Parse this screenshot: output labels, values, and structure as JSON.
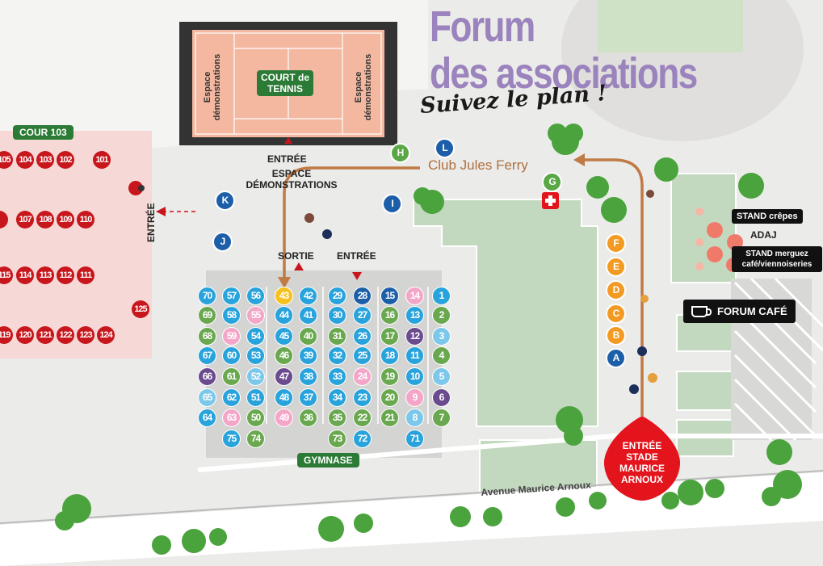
{
  "title": {
    "line1": "Forum",
    "line2": "des associations",
    "subtitle": "Suivez le plan !"
  },
  "tennis": {
    "label": "COURT de TENNIS",
    "demo_left": "Espace démonstrations",
    "demo_right": "Espace démonstrations"
  },
  "labels": {
    "cour103": "COUR 103",
    "entree_main": "ENTRÉE",
    "espace_demo": "ESPACE DÉMONSTRATIONS",
    "entree_left": "ENTRÉE",
    "sortie": "SORTIE",
    "entree_gym": "ENTRÉE",
    "gymnase": "GYMNASE",
    "club": "Club Jules Ferry",
    "stand_crepes": "STAND crêpes",
    "adaj": "ADAJ",
    "stand_merguez": "STAND merguez café/viennoiseries",
    "forum_cafe": "FORUM CAFÉ",
    "entree_stade": "ENTRÉE STADE MAURICE ARNOUX",
    "avenue": "Avenue Maurice Arnoux"
  },
  "letters": [
    {
      "t": "H",
      "c": "#5aa745"
    },
    {
      "t": "L",
      "c": "#1c5fa8"
    },
    {
      "t": "G",
      "c": "#5aa745"
    },
    {
      "t": "K",
      "c": "#1c5fa8"
    },
    {
      "t": "I",
      "c": "#1c5fa8"
    },
    {
      "t": "J",
      "c": "#1c5fa8"
    },
    {
      "t": "F",
      "c": "#f39a23"
    },
    {
      "t": "E",
      "c": "#f39a23"
    },
    {
      "t": "D",
      "c": "#f39a23"
    },
    {
      "t": "C",
      "c": "#f39a23"
    },
    {
      "t": "B",
      "c": "#f39a23"
    },
    {
      "t": "A",
      "c": "#1c5fa8"
    }
  ],
  "cour_rows": [
    [
      "105",
      "104",
      "103",
      "102",
      "101"
    ],
    [
      "107",
      "108",
      "109",
      "110"
    ],
    [
      "115",
      "114",
      "113",
      "112",
      "111"
    ],
    [
      "125"
    ],
    [
      "119",
      "120",
      "121",
      "122",
      "123",
      "124"
    ]
  ],
  "gym_grid": [
    [
      [
        "70",
        "#29a3dc"
      ],
      [
        "57",
        "#29a3dc"
      ],
      [
        "56",
        "#29a3dc"
      ],
      [
        "43",
        "#f6c11f"
      ],
      [
        "42",
        "#29a3dc"
      ],
      [
        "29",
        "#29a3dc"
      ],
      [
        "28",
        "#1c5fa8"
      ],
      [
        "15",
        "#1c5fa8"
      ],
      [
        "14",
        "#f4a6c8"
      ],
      [
        "1",
        "#29a3dc"
      ]
    ],
    [
      [
        "69",
        "#6aa84f"
      ],
      [
        "58",
        "#29a3dc"
      ],
      [
        "55",
        "#f4a6c8"
      ],
      [
        "44",
        "#29a3dc"
      ],
      [
        "41",
        "#29a3dc"
      ],
      [
        "30",
        "#29a3dc"
      ],
      [
        "27",
        "#29a3dc"
      ],
      [
        "16",
        "#6aa84f"
      ],
      [
        "13",
        "#29a3dc"
      ],
      [
        "2",
        "#6aa84f"
      ]
    ],
    [
      [
        "68",
        "#6aa84f"
      ],
      [
        "59",
        "#f4a6c8"
      ],
      [
        "54",
        "#29a3dc"
      ],
      [
        "45",
        "#29a3dc"
      ],
      [
        "40",
        "#6aa84f"
      ],
      [
        "31",
        "#6aa84f"
      ],
      [
        "26",
        "#29a3dc"
      ],
      [
        "17",
        "#6aa84f"
      ],
      [
        "12",
        "#6b4a8e"
      ],
      [
        "3",
        "#7cc8ea"
      ]
    ],
    [
      [
        "67",
        "#29a3dc"
      ],
      [
        "60",
        "#29a3dc"
      ],
      [
        "53",
        "#29a3dc"
      ],
      [
        "46",
        "#6aa84f"
      ],
      [
        "39",
        "#29a3dc"
      ],
      [
        "32",
        "#29a3dc"
      ],
      [
        "25",
        "#29a3dc"
      ],
      [
        "18",
        "#29a3dc"
      ],
      [
        "11",
        "#29a3dc"
      ],
      [
        "4",
        "#6aa84f"
      ]
    ],
    [
      [
        "66",
        "#6b4a8e"
      ],
      [
        "61",
        "#6aa84f"
      ],
      [
        "52",
        "#7cc8ea"
      ],
      [
        "47",
        "#6b4a8e"
      ],
      [
        "38",
        "#29a3dc"
      ],
      [
        "33",
        "#29a3dc"
      ],
      [
        "24",
        "#f4a6c8"
      ],
      [
        "19",
        "#6aa84f"
      ],
      [
        "10",
        "#29a3dc"
      ],
      [
        "5",
        "#7cc8ea"
      ]
    ],
    [
      [
        "65",
        "#7cc8ea"
      ],
      [
        "62",
        "#29a3dc"
      ],
      [
        "51",
        "#29a3dc"
      ],
      [
        "48",
        "#29a3dc"
      ],
      [
        "37",
        "#29a3dc"
      ],
      [
        "34",
        "#29a3dc"
      ],
      [
        "23",
        "#29a3dc"
      ],
      [
        "20",
        "#6aa84f"
      ],
      [
        "9",
        "#f4a6c8"
      ],
      [
        "6",
        "#6b4a8e"
      ]
    ],
    [
      [
        "64",
        "#29a3dc"
      ],
      [
        "63",
        "#f4a6c8"
      ],
      [
        "50",
        "#6aa84f"
      ],
      [
        "49",
        "#f4a6c8"
      ],
      [
        "36",
        "#6aa84f"
      ],
      [
        "35",
        "#6aa84f"
      ],
      [
        "22",
        "#6aa84f"
      ],
      [
        "21",
        "#6aa84f"
      ],
      [
        "8",
        "#7cc8ea"
      ],
      [
        "7",
        "#6aa84f"
      ]
    ],
    [
      [
        "",
        ""
      ],
      [
        "75",
        "#29a3dc"
      ],
      [
        "74",
        "#6aa84f"
      ],
      [
        "",
        ""
      ],
      [
        "",
        ""
      ],
      [
        "73",
        "#6aa84f"
      ],
      [
        "72",
        "#29a3dc"
      ],
      [
        "",
        ""
      ],
      [
        "71",
        "#29a3dc"
      ],
      [
        "",
        ""
      ]
    ]
  ],
  "colors": {
    "red": "#c8161d",
    "green_dark": "#2b7a35",
    "purple": "#9b83bd",
    "arrow": "#c07a45",
    "building": "#c3d9bf"
  }
}
